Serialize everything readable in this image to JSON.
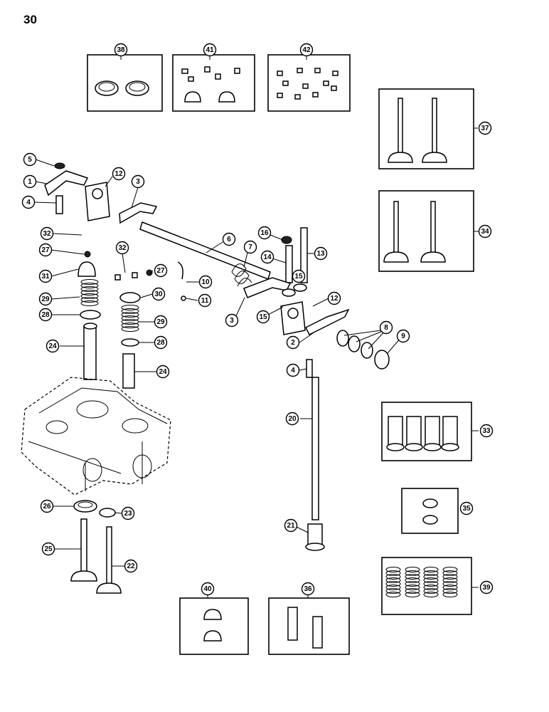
{
  "page": {
    "number": "30"
  },
  "callouts": [
    {
      "id": "c38",
      "label": "38"
    },
    {
      "id": "c41",
      "label": "41"
    },
    {
      "id": "c42",
      "label": "42"
    },
    {
      "id": "c37",
      "label": "37"
    },
    {
      "id": "c5",
      "label": "5"
    },
    {
      "id": "c1",
      "label": "1"
    },
    {
      "id": "c12a",
      "label": "12"
    },
    {
      "id": "c3a",
      "label": "3"
    },
    {
      "id": "c4a",
      "label": "4"
    },
    {
      "id": "c34",
      "label": "34"
    },
    {
      "id": "c6",
      "label": "6"
    },
    {
      "id": "c16",
      "label": "16"
    },
    {
      "id": "c32a",
      "label": "32"
    },
    {
      "id": "c7",
      "label": "7"
    },
    {
      "id": "c14",
      "label": "14"
    },
    {
      "id": "c13",
      "label": "13"
    },
    {
      "id": "c27a",
      "label": "27"
    },
    {
      "id": "c32b",
      "label": "32"
    },
    {
      "id": "c27b",
      "label": "27"
    },
    {
      "id": "c31",
      "label": "31"
    },
    {
      "id": "c10",
      "label": "10"
    },
    {
      "id": "c15a",
      "label": "15"
    },
    {
      "id": "c30",
      "label": "30"
    },
    {
      "id": "c11",
      "label": "11"
    },
    {
      "id": "c29a",
      "label": "29"
    },
    {
      "id": "c3b",
      "label": "3"
    },
    {
      "id": "c15b",
      "label": "15"
    },
    {
      "id": "c12b",
      "label": "12"
    },
    {
      "id": "c28a",
      "label": "28"
    },
    {
      "id": "c29b",
      "label": "29"
    },
    {
      "id": "c8",
      "label": "8"
    },
    {
      "id": "c2",
      "label": "2"
    },
    {
      "id": "c9",
      "label": "9"
    },
    {
      "id": "c24a",
      "label": "24"
    },
    {
      "id": "c28b",
      "label": "28"
    },
    {
      "id": "c4b",
      "label": "4"
    },
    {
      "id": "c24b",
      "label": "24"
    },
    {
      "id": "c20",
      "label": "20"
    },
    {
      "id": "c33",
      "label": "33"
    },
    {
      "id": "c35",
      "label": "35"
    },
    {
      "id": "c26",
      "label": "26"
    },
    {
      "id": "c23",
      "label": "23"
    },
    {
      "id": "c21",
      "label": "21"
    },
    {
      "id": "c25",
      "label": "25"
    },
    {
      "id": "c22",
      "label": "22"
    },
    {
      "id": "c39",
      "label": "39"
    },
    {
      "id": "c40",
      "label": "40"
    },
    {
      "id": "c36",
      "label": "36"
    }
  ]
}
